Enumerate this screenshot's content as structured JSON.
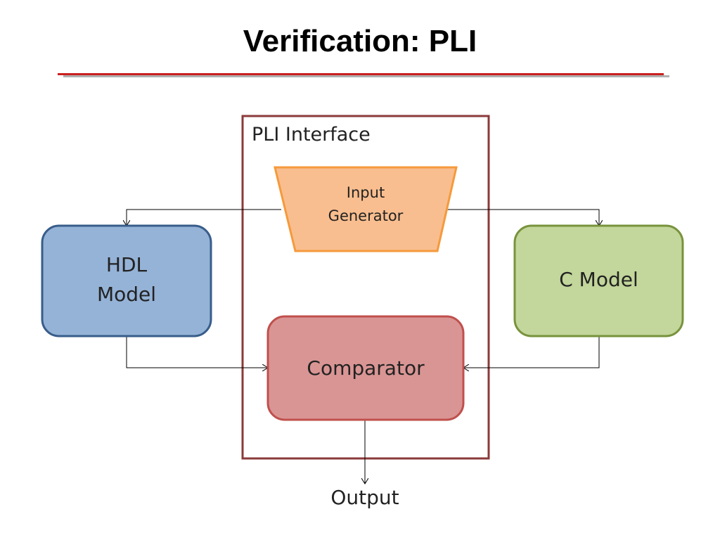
{
  "title": "Verification: PLI",
  "diagram": {
    "interface_label": "PLI Interface",
    "input_generator": [
      "Input",
      "Generator"
    ],
    "hdl_model": [
      "HDL",
      "Model"
    ],
    "c_model": "C Model",
    "comparator": "Comparator",
    "output": "Output",
    "colors": {
      "title_rule": "#cc1f1f",
      "interface_border": "#8b3a3a",
      "input_fill": "#f9be8f",
      "input_stroke": "#f59a3c",
      "hdl_fill": "#95b3d7",
      "hdl_stroke": "#385d8a",
      "c_fill": "#c3d69b",
      "c_stroke": "#77933c",
      "comparator_fill": "#d99594",
      "comparator_stroke": "#c0504d"
    }
  }
}
